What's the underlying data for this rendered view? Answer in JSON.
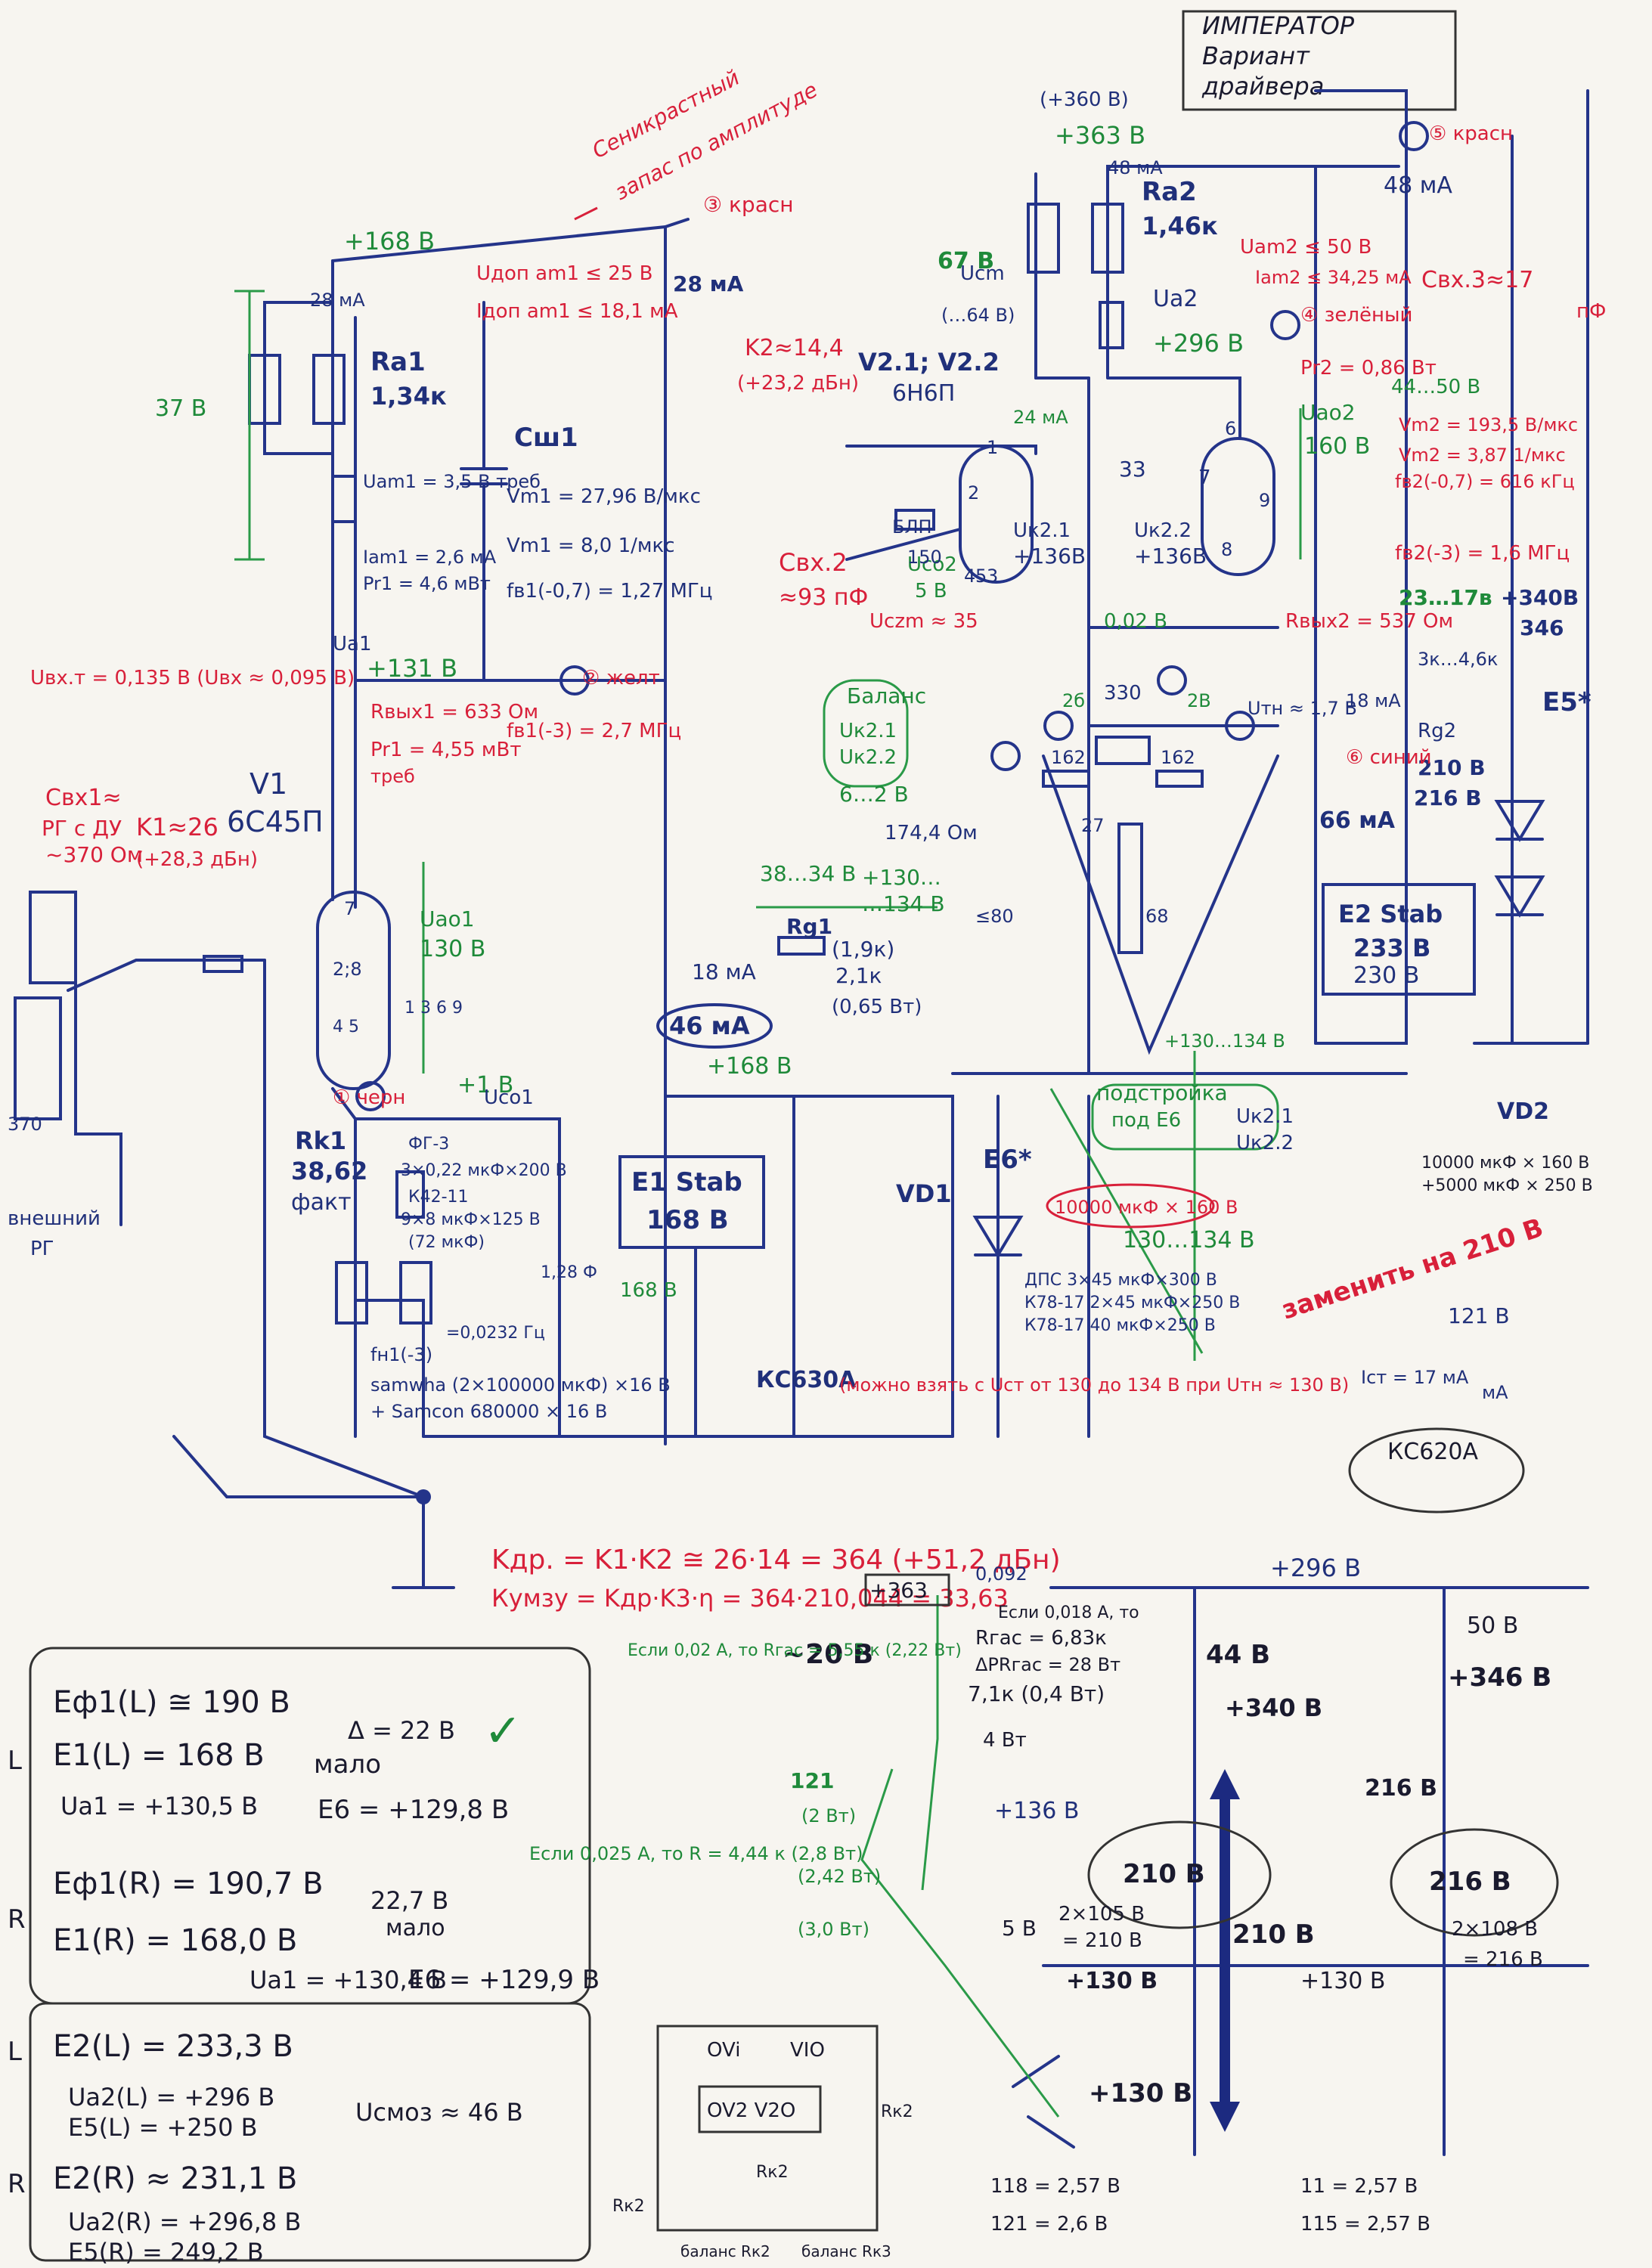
{
  "title": {
    "line1": "ИМПЕРАТОР",
    "line2": "Вариант",
    "line3": "драйвера"
  },
  "red_notes": {
    "feedback_1": "Сеникрастный",
    "feedback_2": "запас по амплитуде",
    "pin3": "③ красн",
    "pin5": "⑤ красн",
    "pin2": "② желт",
    "pin4": "④ зелёный",
    "pin6": "⑥ синий",
    "pin1": "① черн",
    "input": "Свх1≈",
    "input2": "РГ с ДУ",
    "input3": "~370 Ом",
    "k1": "K1≈26",
    "k1db": "(+28,3 дБн)",
    "k2": "K2≈14,4",
    "k2db": "(+23,2 дБн)",
    "cvx2": "Свх.2",
    "cvx2v": "≈93 пФ",
    "cvx3": "Свх.3≈17",
    "cvx3u": "пФ",
    "ra2": "Ra2",
    "ra2v": "1,46к",
    "vmax": "Uam2 ≤ 50 В",
    "imax": "Iam2 ≤ 34,25 мА",
    "uamin": "Uвх.т = 0,135 В (Uвх ≈ 0,095 В)",
    "rvyx1": "Rвых1 = 633 Ом",
    "fv1": "fв1(-3) = 2,7 МГц",
    "pr1": "Pr1 = 4,55 мВт",
    "pr1b": "треб",
    "udop1": "Uдоп am1 ≤ 25 В",
    "idop1": "Iдоп am1 ≤ 18,1 мА",
    "ucz": "Uсzm ≈ 35",
    "rg1": "Rg1",
    "rvyx2": "Rвых2 = 537 Ом",
    "fv2": "fв2(-3) = 1,6 МГц",
    "fv2b": "fв2(-0,7) = 616 кГц",
    "vm2": "Vm2 = 193,5 В/мкс",
    "vm2b": "Vm2 = 3,87 1/мкс",
    "pr2": "Pr2 = 0,86 Вт",
    "e5": "E5*",
    "e6": "E6*",
    "cap": "10000 мкФ × 160 В",
    "kc630": "КС630А",
    "kc630note": "(можно взять с Uст от 130 до 134 В при Uтн ≈ 130 В)",
    "kc620": "КС620А",
    "replace": "заменить на 210 В",
    "ist": "Iст = 17 мА",
    "ist2": "мА",
    "v121": "121 В",
    "kdr": "Kдр. = K1·K2 ≅ 26·14 = 364 (+51,2 дБн)",
    "kumzu": "Кумзу = Kдр·K3·η = 364·210,044 = 33,63",
    "k092": "0,092",
    "cap2": "10000 мкФ × 160 В",
    "cap3": "+5000 мкФ × 250 В"
  },
  "blue_labels": {
    "v168": "+168 В",
    "v131": "+131 В",
    "v363": "+363 В",
    "v360": "(+360 В)",
    "ma28a": "28 мА",
    "ma28b": "28 мА",
    "ma48a": "48 мА",
    "ma48b": "48 мА",
    "ra1": "Ra1",
    "ra1v": "1,34к",
    "csh1": "Сш1",
    "v1": "V1",
    "tube1": "6С45П",
    "rk1": "Rk1",
    "rk1v": "38,62",
    "rk1f": "факт",
    "e1": "E1 Stab",
    "e1v": "168 В",
    "e2": "E2 Stab",
    "e2v": "233 В",
    "e2v2": "230 В",
    "vd1": "VD1",
    "vd2": "VD2",
    "v21": "V2.1; V2.2",
    "tube2": "6Н6П",
    "uk21": "Uк2.1",
    "uk22": "Uк2.2",
    "v136a": "+136В",
    "v136b": "+136В",
    "ua2": "Ua2",
    "v296": "+296 В",
    "v67": "67 В",
    "v64": "(…64 В)",
    "bl": "БЛП",
    "r150": "150",
    "r33": "33",
    "r330": "330",
    "r162a": "162",
    "r162b": "162",
    "r27": "27",
    "r68": "68",
    "r174": "174,4 Ом",
    "r480": "≤80",
    "ma18": "18 мА",
    "ma46": "46 мА",
    "rg1v": "(1,9к)",
    "rg1v2": "2,1к",
    "rg1w": "(0,65 Вт)",
    "v168b": "+168 В",
    "pin7": "7",
    "pin28": "2;8",
    "pin45": "4 5",
    "pins": "1 3 6 9",
    "ma66": "66 мА",
    "ma18b": "18 мА",
    "rg2": "Rg2",
    "v210": "210 В",
    "v216": "216 В",
    "v340": "+340В",
    "v346": "346",
    "r23": "23…17в",
    "r3x": "3к…4,6к",
    "kfor": "ФГ-3",
    "kcomp": "3×0,22 мкФ×200 В",
    "k42": "К42-11",
    "k9": "9×8 мкФ×125 В",
    "k72": "(72 мкФ)",
    "k128": "1,28 Ф",
    "f032": "=0,0232 Гц",
    "fn": "fн1(-3)",
    "sam": "samwha (2×100000 мкФ) ×16 В",
    "sam2": "+ Samcon 680000 × 16 В",
    "dps": "ДПС 3×45 мкФ×300 В",
    "k78a": "К78-17 2×45 мкФ×250 В",
    "k78b": "К78-17 40 мкФ×250 В",
    "v130134": "130…134 В",
    "e6v": "+130…134 В",
    "vout": "+1 В",
    "uco1": "Uco1",
    "uao1": "Uao1",
    "uao1v": "130 В",
    "uao2": "Uao2",
    "uao2v": "160 В",
    "ext": "внешний",
    "rg": "РГ",
    "v370": "370",
    "v4448": "44…50 В",
    "u5": "5 В",
    "uco2": "Uco2",
    "u002": "0,02 В",
    "u26": "2б",
    "u2b": "2В",
    "ma24": "24 мА",
    "v3834": "38…34 В",
    "v130b": "+130…",
    "v134": "…134 В",
    "v168c": "168 В",
    "pod": "подстройка",
    "pod2": "под E6",
    "uk21b": "Uк2.1",
    "uk22b": "Uк2.2",
    "bal": "Баланс",
    "balu1": "Uк2.1",
    "balu2": "Uк2.2",
    "bal62": "6…2 В",
    "v130c": "+130…134 В",
    "ucm": "Ucm",
    "ua1": "Ua1",
    "vm1": "Vm1 = 27,96 В/мкс",
    "vm1b": "Vm1 = 8,0 1/мкс",
    "fv1b": "fв1(-0,7) = 1,27 МГц",
    "umin": "Uam1 = 3,5 В треб",
    "imin": "Iam1 = 2,6 мА",
    "pr1v": "Pr1 = 4,6 мВт",
    "vd": "Uтн ≈ 1,7 В",
    "sz1": "1",
    "sz2": "2",
    "sz3": "3",
    "sz4": "4",
    "sz5": "5",
    "sz6": "6",
    "sz7": "7",
    "sz8": "8",
    "sz9": "9"
  },
  "bottom_left": {
    "b1l1": "Eф1(L) ≅ 190 В",
    "b1d": "Δ = 22 В",
    "b1m": "мало",
    "b1l2": "E1(L) = 168 В",
    "b1l3": "Ua1 = +130,5 В",
    "b1e6": "E6 = +129,8 В",
    "b1side": "L",
    "b2l1": "Eф1(R) = 190,7 В",
    "b2d": "22,7 В",
    "b2m": "мало",
    "b2l2": "E1(R) = 168,0 В",
    "b2l3": "Ua1 = +130,4 В",
    "b2e6": "E6 = +129,9 В",
    "b2side": "R",
    "b3l1": "E2(L) = 233,3 В",
    "b3l2": "Ua2(L) = +296 В",
    "b3l3": "E5(L) = +250 В",
    "b3u": "Uсмоз ≈ 46 В",
    "b3side": "L",
    "b4l1": "E2(R) ≈ 231,1 В",
    "b4l2": "Ua2(R) = +296,8 В",
    "b4l3": "E5(R) = 249,2 В",
    "b4side": "R",
    "pcb1": "OVi",
    "pcb2": "VIO",
    "pcb3": "OV2 V2O",
    "rk2a": "Rк2",
    "rk2b": "Rк2",
    "rk2c": "Rк2",
    "bal1": "баланс Rк2",
    "bal2": "баланс Rк3"
  },
  "bottom_right": {
    "v296": "+296 В",
    "v50": "50 В",
    "v44": "44 В",
    "v340": "+340 В",
    "v346": "+346 В",
    "v216a": "216 В",
    "v216b": "216 В",
    "v210a": "210 В",
    "v210b": "210 В",
    "v136": "+136 В",
    "v5": "5 В",
    "v2x105": "2×105 В",
    "v210eq": "= 210 В",
    "v130a": "+130 В",
    "v130b": "+130 В",
    "v130c": "+130 В",
    "v2x108": "2×108 В",
    "v216eq": "= 216 В",
    "v363": "+363",
    "v20": "~20 В",
    "rgas": "Rгас = 6,83к",
    "prgas": "ΔPRгас = 28 Вт",
    "r11k": "7,1к (0,4 Вт)",
    "w4": "4 Вт",
    "if1": "Если 0,02 А, то Rгас = 5,55 к (2,22 Вт)",
    "if2": "Если 0,018 А, то",
    "if3": "Если 0,025 А, то R = 4,44 к (2,8 Вт)",
    "w2": "(2 Вт)",
    "w242": "(2,42 Вт)",
    "w30": "(3,0 Вт)",
    "r121": "121",
    "calc1": "118 = 2,57 В",
    "calc2": "121 = 2,6 В",
    "calc3": "11 = 2,57 В",
    "calc4": "115 = 2,57 В"
  }
}
